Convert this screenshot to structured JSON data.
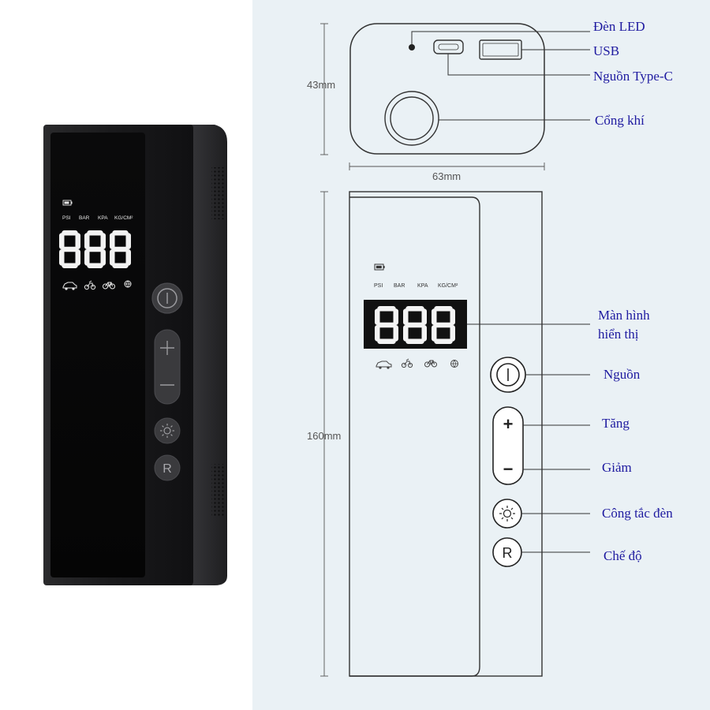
{
  "display": {
    "digits": "888",
    "units": [
      "PSI",
      "BAR",
      "KPA",
      "KG/CM²"
    ]
  },
  "dimensions": {
    "height": "43mm",
    "width": "63mm",
    "length": "160mm"
  },
  "callouts": {
    "led": "Đèn LED",
    "usb": "USB",
    "typec": "Nguồn Type-C",
    "air_port": "Cổng khí",
    "screen_line1": "Màn hình",
    "screen_line2": "hiển thị",
    "power": "Nguồn",
    "increase": "Tăng",
    "decrease": "Giảm",
    "light_switch": "Công tắc đèn",
    "mode": "Chế độ"
  },
  "buttons": {
    "plus": "+",
    "minus": "−",
    "mode": "R"
  },
  "mode_icons": [
    "car-icon",
    "motorbike-icon",
    "bicycle-icon",
    "ball-icon"
  ],
  "colors": {
    "callout_text": "#1e1aa0",
    "device_body": "#1c1c1e",
    "diagram_bg": "#eaf1f5"
  }
}
